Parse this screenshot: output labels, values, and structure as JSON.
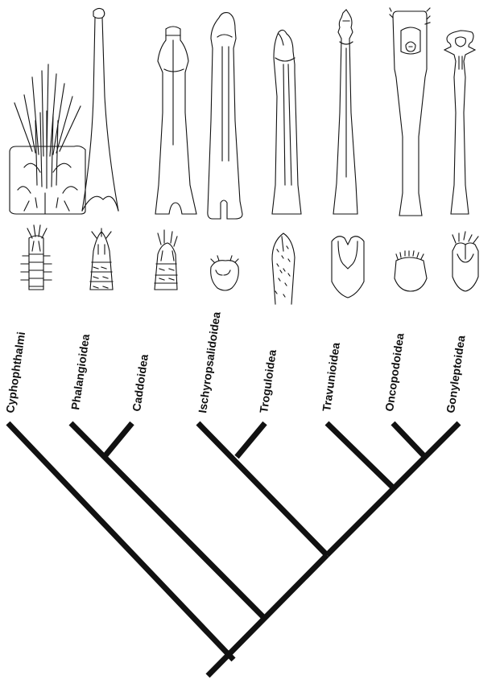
{
  "taxa": [
    {
      "label": "Cyphophthalmi"
    },
    {
      "label": "Phalangioidea"
    },
    {
      "label": "Caddoidea"
    },
    {
      "label": "Ischyropsalidoidea"
    },
    {
      "label": "Troguloidea"
    },
    {
      "label": "Travunioidea"
    },
    {
      "label": "Oncopodoidea"
    },
    {
      "label": "Gonyleptoidea"
    }
  ],
  "tree": {
    "topology": "(Cyphophthalmi,((Phalangioidea,Caddoidea),((Ischyropsalidoidea,Troguloidea),(Travunioidea,(Oncopodoidea,Gonyleptoidea)))))"
  },
  "colors": {
    "ink": "#111111",
    "background": "#ffffff"
  }
}
